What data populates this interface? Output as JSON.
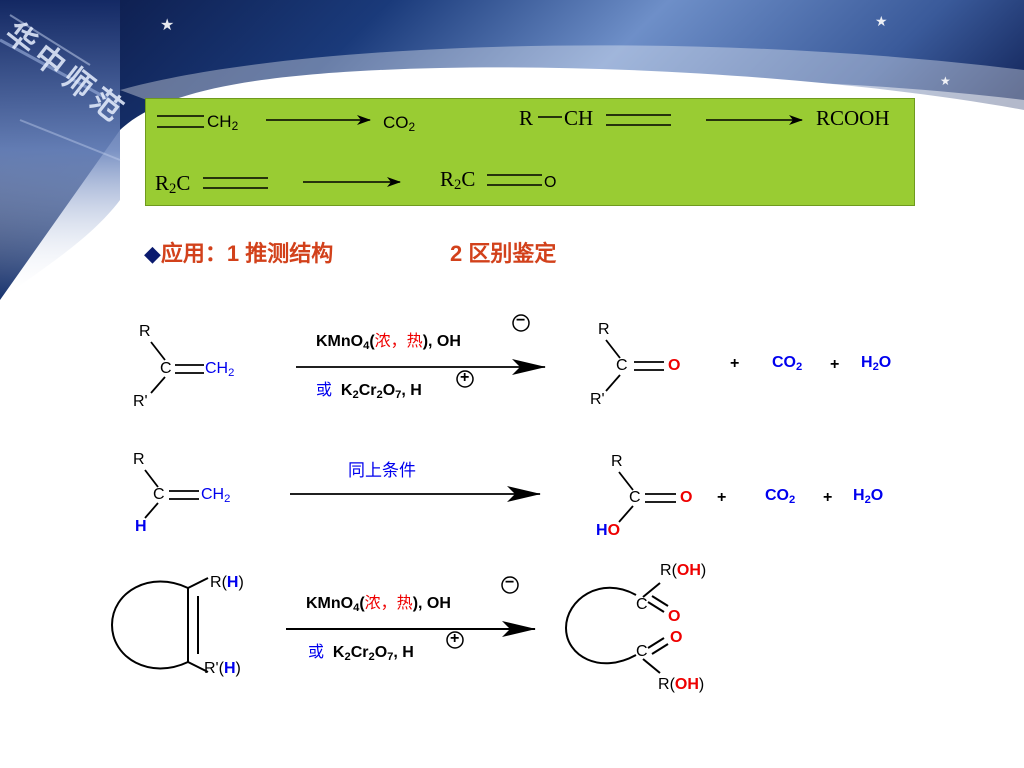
{
  "colors": {
    "accent_green": "#99cc33",
    "heading_orange": "#d2411b",
    "blue": "#0000ee",
    "red": "#ee0000",
    "banner_navy": "#0c1a4a"
  },
  "banner": {
    "logo_text": "华中师范"
  },
  "green_box": {
    "row1": {
      "left_reactant_ch": "CH",
      "left_reactant_sub": "2",
      "left_product_co": "CO",
      "left_product_sub": "2",
      "right_reactant_r": "R",
      "right_reactant_ch": "CH",
      "right_product": "RCOOH"
    },
    "row2": {
      "reactant_r": "R",
      "reactant_sub": "2",
      "reactant_c": "C",
      "product_r": "R",
      "product_sub": "2",
      "product_c": "C",
      "product_o": "O"
    }
  },
  "heading": {
    "bullet": "◆",
    "text": "应用：1 推测结构",
    "text2": "2 区别鉴定"
  },
  "reactions": {
    "r1": {
      "reactant": {
        "r_top": "R",
        "c": "C",
        "ch": "CH",
        "ch_sub": "2",
        "r_bottom": "R'"
      },
      "reagent_top": {
        "kmno": "KMnO",
        "kmno_sub": "4",
        "paren_open": "(",
        "cond": "浓，热",
        "paren_close": "), OH",
        "charge": "−"
      },
      "reagent_bottom": {
        "or": "或",
        "k": "K",
        "k_sub": "2",
        "cr": "Cr",
        "cr_sub": "2",
        "o": "O",
        "o_sub": "7",
        "rest": ", H",
        "charge": "+"
      },
      "product": {
        "r_top": "R",
        "c": "C",
        "o": "O",
        "r_bottom": "R'"
      },
      "byproducts": {
        "plus1": "+",
        "co": "CO",
        "co_sub": "2",
        "plus2": "+",
        "h": "H",
        "h_sub": "2",
        "o": "O"
      }
    },
    "r2": {
      "reactant": {
        "r_top": "R",
        "c": "C",
        "ch": "CH",
        "ch_sub": "2",
        "h_bottom": "H"
      },
      "reagent_top": "同上条件",
      "product": {
        "r_top": "R",
        "c": "C",
        "o": "O",
        "ho_h": "H",
        "ho_o": "O"
      },
      "byproducts": {
        "plus1": "+",
        "co": "CO",
        "co_sub": "2",
        "plus2": "+",
        "h": "H",
        "h_sub": "2",
        "o": "O"
      }
    },
    "r3": {
      "reactant": {
        "top_r": "R",
        "top_paren_open": "(",
        "top_h": "H",
        "top_paren_close": ")",
        "bot_r": "R'",
        "bot_paren_open": "(",
        "bot_h": "H",
        "bot_paren_close": ")"
      },
      "reagent_top": {
        "kmno": "KMnO",
        "kmno_sub": "4",
        "paren_open": "(",
        "cond": "浓，热",
        "paren_close": "), OH",
        "charge": "−"
      },
      "reagent_bottom": {
        "or": "或",
        "k": "K",
        "k_sub": "2",
        "cr": "Cr",
        "cr_sub": "2",
        "o": "O",
        "o_sub": "7",
        "rest": ", H",
        "charge": "+"
      },
      "product": {
        "top_r": "R",
        "top_paren_open": "(",
        "top_oh": "OH",
        "top_paren_close": ")",
        "c1": "C",
        "o1": "O",
        "c2": "C",
        "o2": "O",
        "bot_r": "R",
        "bot_paren_open": "(",
        "bot_oh": "OH",
        "bot_paren_close": ")"
      }
    }
  }
}
